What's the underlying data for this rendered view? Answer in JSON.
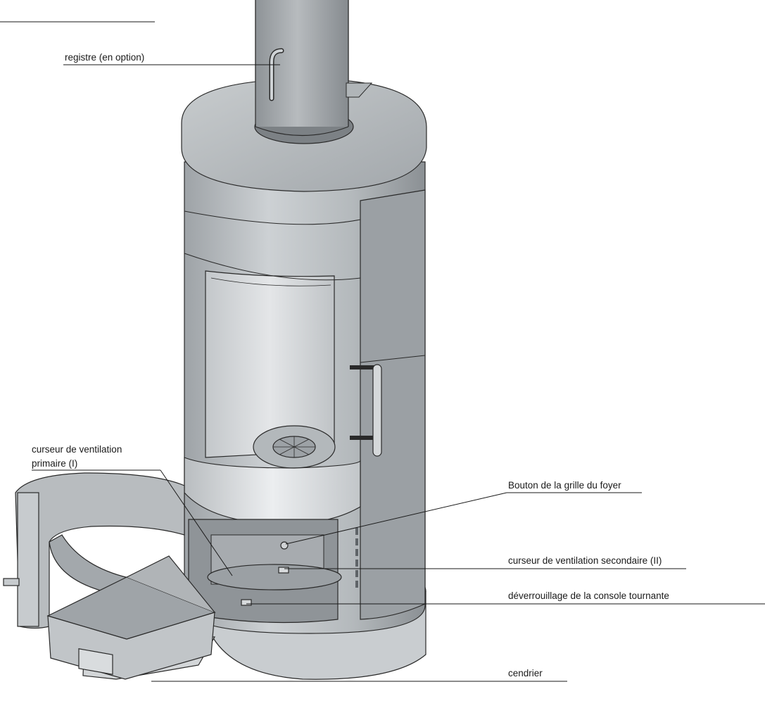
{
  "labels": {
    "registre": "registre (en option)",
    "curseur_primaire_line1": "curseur de ventilation",
    "curseur_primaire_line2": "primaire (I)",
    "bouton_grille": "Bouton de la grille du foyer",
    "curseur_secondaire": "curseur de ventilation secondaire (II)",
    "deverrouillage": "déverrouillage de la console tournante",
    "cendrier": "cendrier"
  },
  "colors": {
    "steel_light": "#cfd3d6",
    "steel_mid": "#a9aeb2",
    "steel_dark": "#7d8387",
    "glass": "#d9dcdf",
    "outline": "#2a2a2a"
  }
}
